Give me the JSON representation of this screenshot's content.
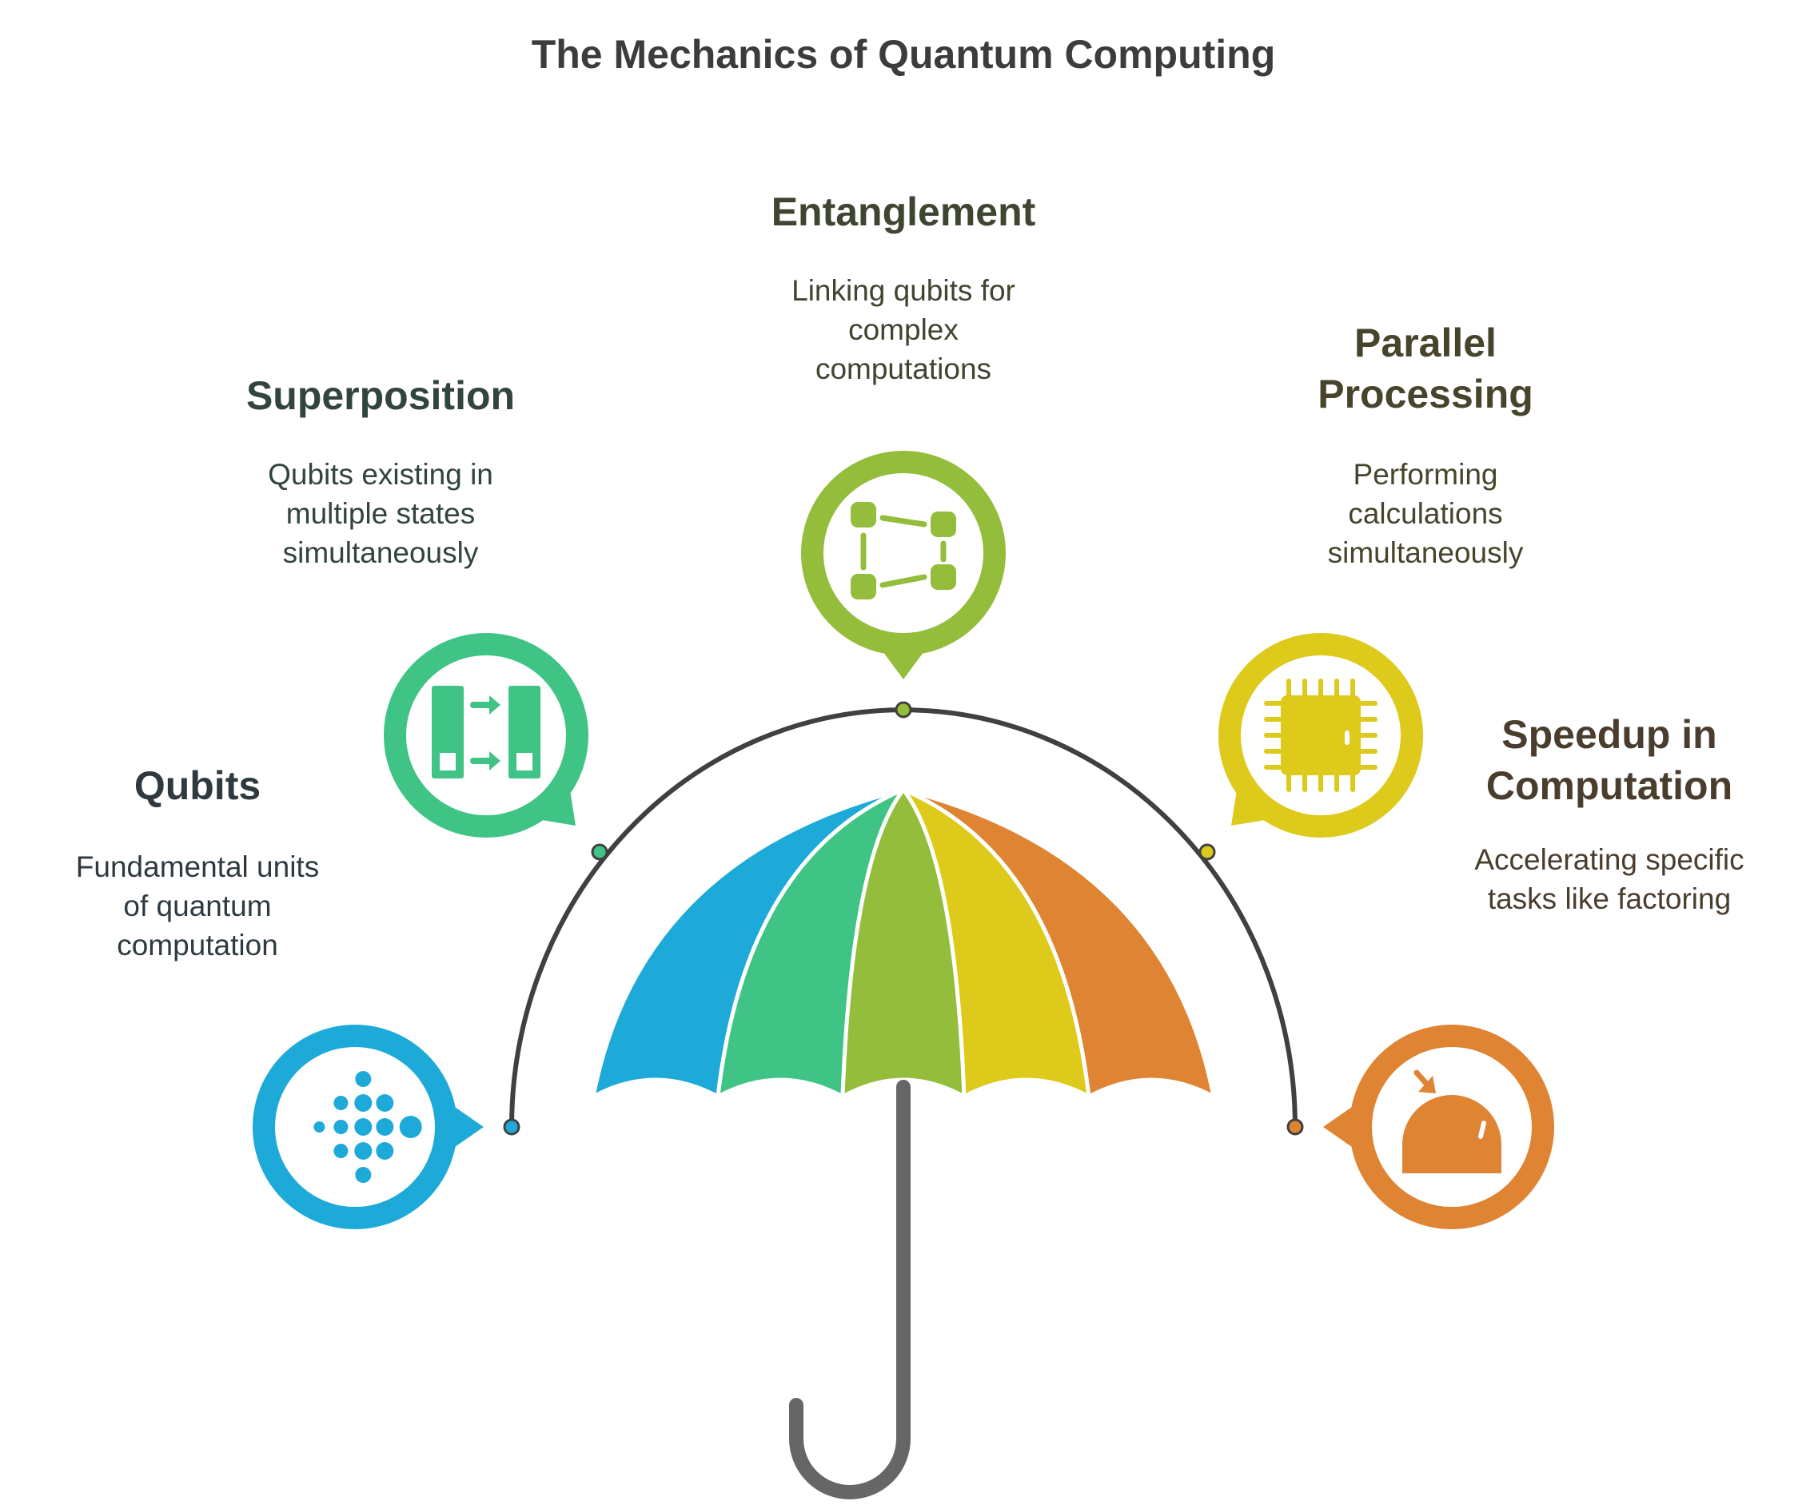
{
  "title": "The Mechanics of Quantum Computing",
  "items": [
    {
      "key": "qubits",
      "heading": [
        "Qubits"
      ],
      "description": [
        "Fundamental units",
        "of quantum",
        "computation"
      ],
      "color": "#1eaad9",
      "text_color": "#2f3a40",
      "icon": "qubit-dots-icon"
    },
    {
      "key": "superposition",
      "heading": [
        "Superposition"
      ],
      "description": [
        "Qubits existing in",
        "multiple states",
        "simultaneously"
      ],
      "color": "#3fc485",
      "text_color": "#324440",
      "icon": "switch-states-icon"
    },
    {
      "key": "entanglement",
      "heading": [
        "Entanglement"
      ],
      "description": [
        "Linking qubits for",
        "complex",
        "computations"
      ],
      "color": "#93bd3a",
      "text_color": "#3e4530",
      "icon": "network-nodes-icon"
    },
    {
      "key": "parallel-processing",
      "heading": [
        "Parallel",
        "Processing"
      ],
      "description": [
        "Performing",
        "calculations",
        "simultaneously"
      ],
      "color": "#ddca1a",
      "text_color": "#47442c",
      "icon": "processor-chip-icon"
    },
    {
      "key": "speedup",
      "heading": [
        "Speedup in",
        "Computation"
      ],
      "description": [
        "Accelerating specific",
        "tasks like factoring"
      ],
      "color": "#df8432",
      "text_color": "#4a3d2e",
      "icon": "dome-bell-icon"
    }
  ],
  "colors": {
    "arc": "#404040",
    "handle": "#666666",
    "background": "#ffffff"
  }
}
